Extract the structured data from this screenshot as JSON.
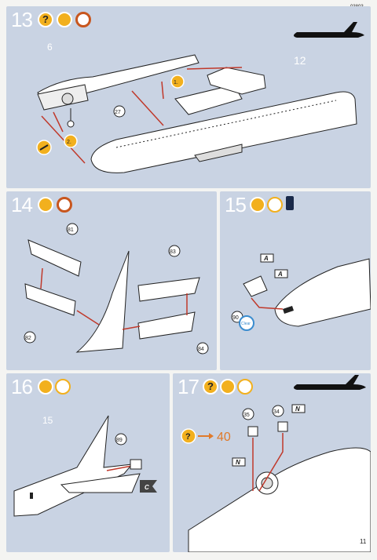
{
  "header": {
    "code": "03803"
  },
  "steps": [
    {
      "number": "13",
      "callouts": [
        "6",
        "12",
        "27"
      ],
      "substeps": [
        "1.",
        "2."
      ]
    },
    {
      "number": "14",
      "callouts": [
        "81",
        "82",
        "83",
        "84"
      ]
    },
    {
      "number": "15",
      "callouts": [
        "90"
      ],
      "labels": [
        "A",
        "A"
      ],
      "clear_label": "Clear"
    },
    {
      "number": "16",
      "callouts": [
        "15",
        "89"
      ],
      "labels": [
        "C"
      ]
    },
    {
      "number": "17",
      "callouts": [
        "35",
        "34"
      ],
      "labels": [
        "N",
        "N"
      ],
      "goto": "40"
    }
  ],
  "footer": {
    "page": "11"
  },
  "colors": {
    "panel": "#c9d3e3",
    "accent": "#f2b01e",
    "arrow": "#c0392b"
  },
  "icons": [
    "question-icon",
    "glue-icon",
    "clock-icon",
    "paint-icon"
  ]
}
